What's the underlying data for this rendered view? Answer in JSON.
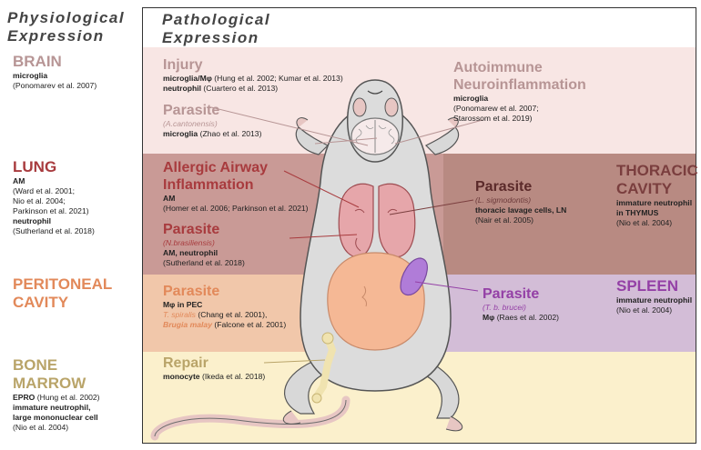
{
  "headers": {
    "physiological": [
      "Physiological",
      "Expression"
    ],
    "pathological": [
      "Pathological",
      "Expression"
    ]
  },
  "left": {
    "brain": {
      "organ": "BRAIN",
      "cells": "microglia",
      "refs": "(Ponomarev et al. 2007)"
    },
    "lung": {
      "organ": "LUNG",
      "cell1": "AM",
      "refs1": [
        "(Ward et al. 2001;",
        "Nio et al. 2004;",
        "Parkinson et al. 2021)"
      ],
      "cell2": "neutrophil",
      "refs2": "(Sutherland et al. 2018)"
    },
    "peritoneal": {
      "organ": [
        "PERITONEAL",
        "CAVITY"
      ]
    },
    "bone": {
      "organ": [
        "BONE",
        "MARROW"
      ],
      "line1_cell": "EPRO",
      "line1_ref": " (Hung et al. 2002)",
      "line2": "immature neutrophil,",
      "line3": "large mononuclear cell",
      "line4": "(Nio et al. 2004)"
    }
  },
  "right": {
    "thoracic": {
      "organ": [
        "THORACIC",
        "CAVITY"
      ],
      "cells": [
        "immature neutrophil",
        "in THYMUS"
      ],
      "refs": "(Nio et al. 2004)"
    },
    "spleen": {
      "organ": "SPLEEN",
      "cells": "immature neutrophil",
      "refs": "(Nio et al. 2004)"
    }
  },
  "center": {
    "injury": {
      "title": "Injury",
      "l1_cell": "microglia/Mφ",
      "l1_ref": " (Hung et al. 2002; Kumar et al. 2013)",
      "l2_cell": "neutrophil",
      "l2_ref": " (Cuartero et al. 2013)"
    },
    "parasite_brain": {
      "title": "Parasite",
      "species": "(A.cantonensis)",
      "cell": "microglia",
      "ref": " (Zhao et al. 2013)"
    },
    "autoimmune": {
      "title": [
        "Autoimmune",
        "Neuroinflammation"
      ],
      "cell": "microglia",
      "refs": [
        "(Ponomarew et al. 2007;",
        "Starossom et al. 2019)"
      ]
    },
    "allergic": {
      "title": [
        "Allergic Airway",
        "Inflammation"
      ],
      "cell": "AM",
      "refs": "(Homer et al. 2006; Parkinson et al. 2021)"
    },
    "parasite_lung": {
      "title": "Parasite",
      "species": "(N.brasiliensis)",
      "cell": "AM, neutrophil",
      "ref": "(Sutherland et al. 2018)"
    },
    "parasite_thoracic": {
      "title": "Parasite",
      "species": "(L. sigmodontis)",
      "cell": "thoracic lavage cells, LN",
      "ref": "(Nair et al. 2005)"
    },
    "parasite_peritoneal": {
      "title": "Parasite",
      "cell": "Mφ in PEC",
      "sp1": "T. spiralis",
      "ref1": " (Chang et al. 2001),",
      "sp2": "Brugia malay",
      "ref2": " (Falcone et al. 2001)"
    },
    "parasite_spleen": {
      "title": "Parasite",
      "species": "(T. b. brucei)",
      "cell": "Mφ",
      "ref": " (Raes et al. 2002)"
    },
    "repair": {
      "title": "Repair",
      "cell": "monocyte",
      "ref": " (Ikeda et al. 2018)"
    }
  },
  "colors": {
    "brain": "#b79595",
    "lung": "#a83b3e",
    "peritoneal": "#e2895a",
    "bone": "#b9a469",
    "thoracic": "#7a3e3e",
    "spleen": "#9440a6",
    "band_brain": "#f8e6e4",
    "band_lung": "#c99a96",
    "band_peritoneal": "#f1c7aa",
    "band_thoracic": "#b88a82",
    "band_spleen": "#d3bdd7",
    "band_bone": "#fbf0cc"
  }
}
